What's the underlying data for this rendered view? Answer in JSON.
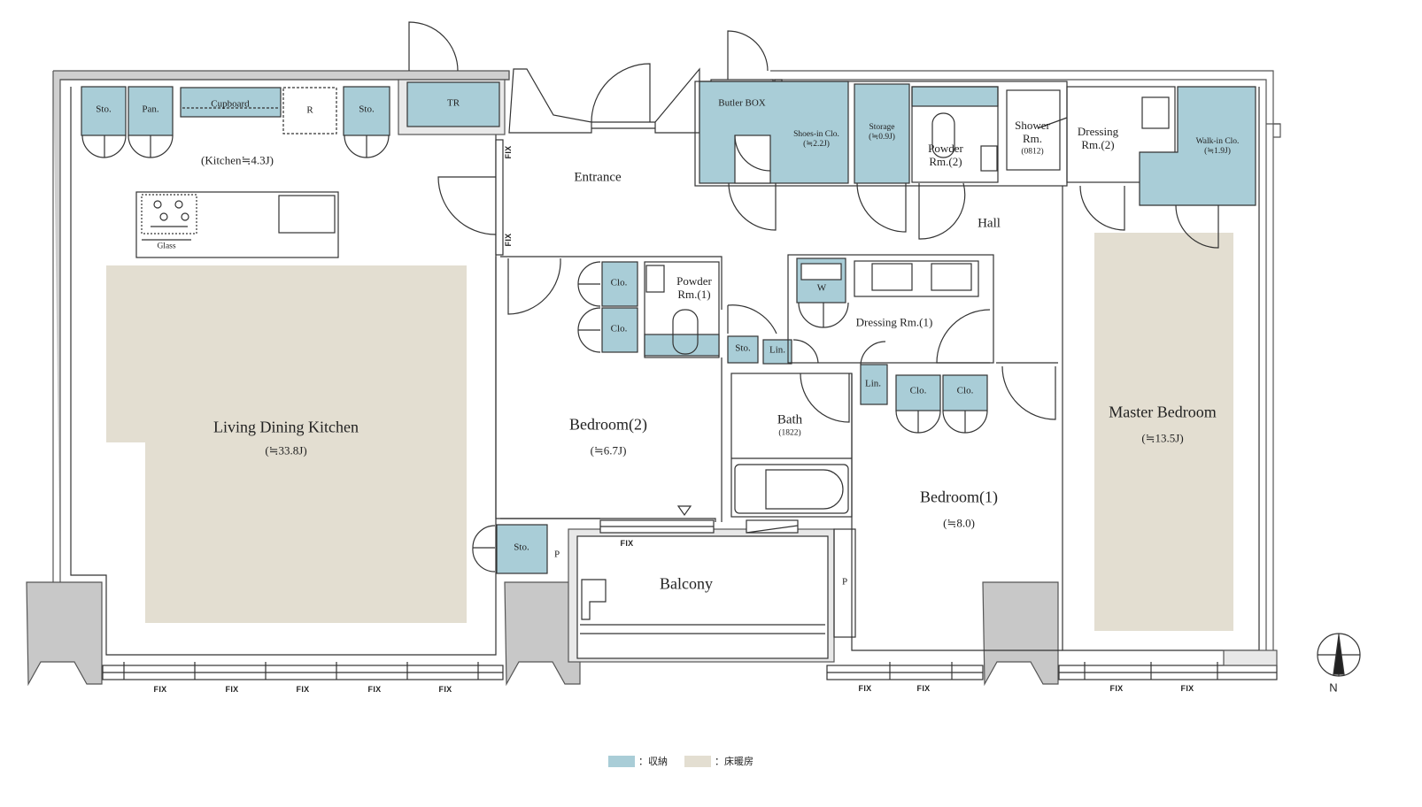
{
  "colors": {
    "storage": "#a9cdd7",
    "floor_heating": "#e3ded1",
    "wall": "#9a9a9a",
    "line": "#333333"
  },
  "rooms": {
    "ldk": "Living Dining Kitchen",
    "ldk_size": "(≒33.8J)",
    "kitchen": "(Kitchen≒4.3J)",
    "glass": "Glass",
    "entrance": "Entrance",
    "hall": "Hall",
    "bedroom2": "Bedroom(2)",
    "bedroom2_size": "(≒6.7J)",
    "bedroom1": "Bedroom(1)",
    "bedroom1_size": "(≒8.0)",
    "master": "Master Bedroom",
    "master_size": "(≒13.5J)",
    "bath": "Bath",
    "bath_size": "(1822)",
    "balcony": "Balcony",
    "dressing1": "Dressing Rm.(1)",
    "dressing2": "Dressing\nRm.(2)",
    "powder1": "Powder\nRm.(1)",
    "powder2": "Powder\nRm.(2)",
    "shower": "Shower\nRm.",
    "shower_size": "(0812)"
  },
  "storage": {
    "sto": "Sto.",
    "pan": "Pan.",
    "cupboard": "Cupboard",
    "r": "R",
    "tr": "TR",
    "butler": "Butler BOX",
    "shoes": "Shoes-in Clo.",
    "shoes_size": "(≒2.2J)",
    "storage": "Storage",
    "storage_size": "(≒0.9J)",
    "walkin": "Walk-in Clo.",
    "walkin_size": "(≒1.9J)",
    "clo": "Clo.",
    "lin": "Lin.",
    "w": "W",
    "p": "P"
  },
  "fix": "FIX",
  "compass": "N",
  "legend": {
    "storage": "：収納",
    "floor_heating": "：床暖房"
  }
}
